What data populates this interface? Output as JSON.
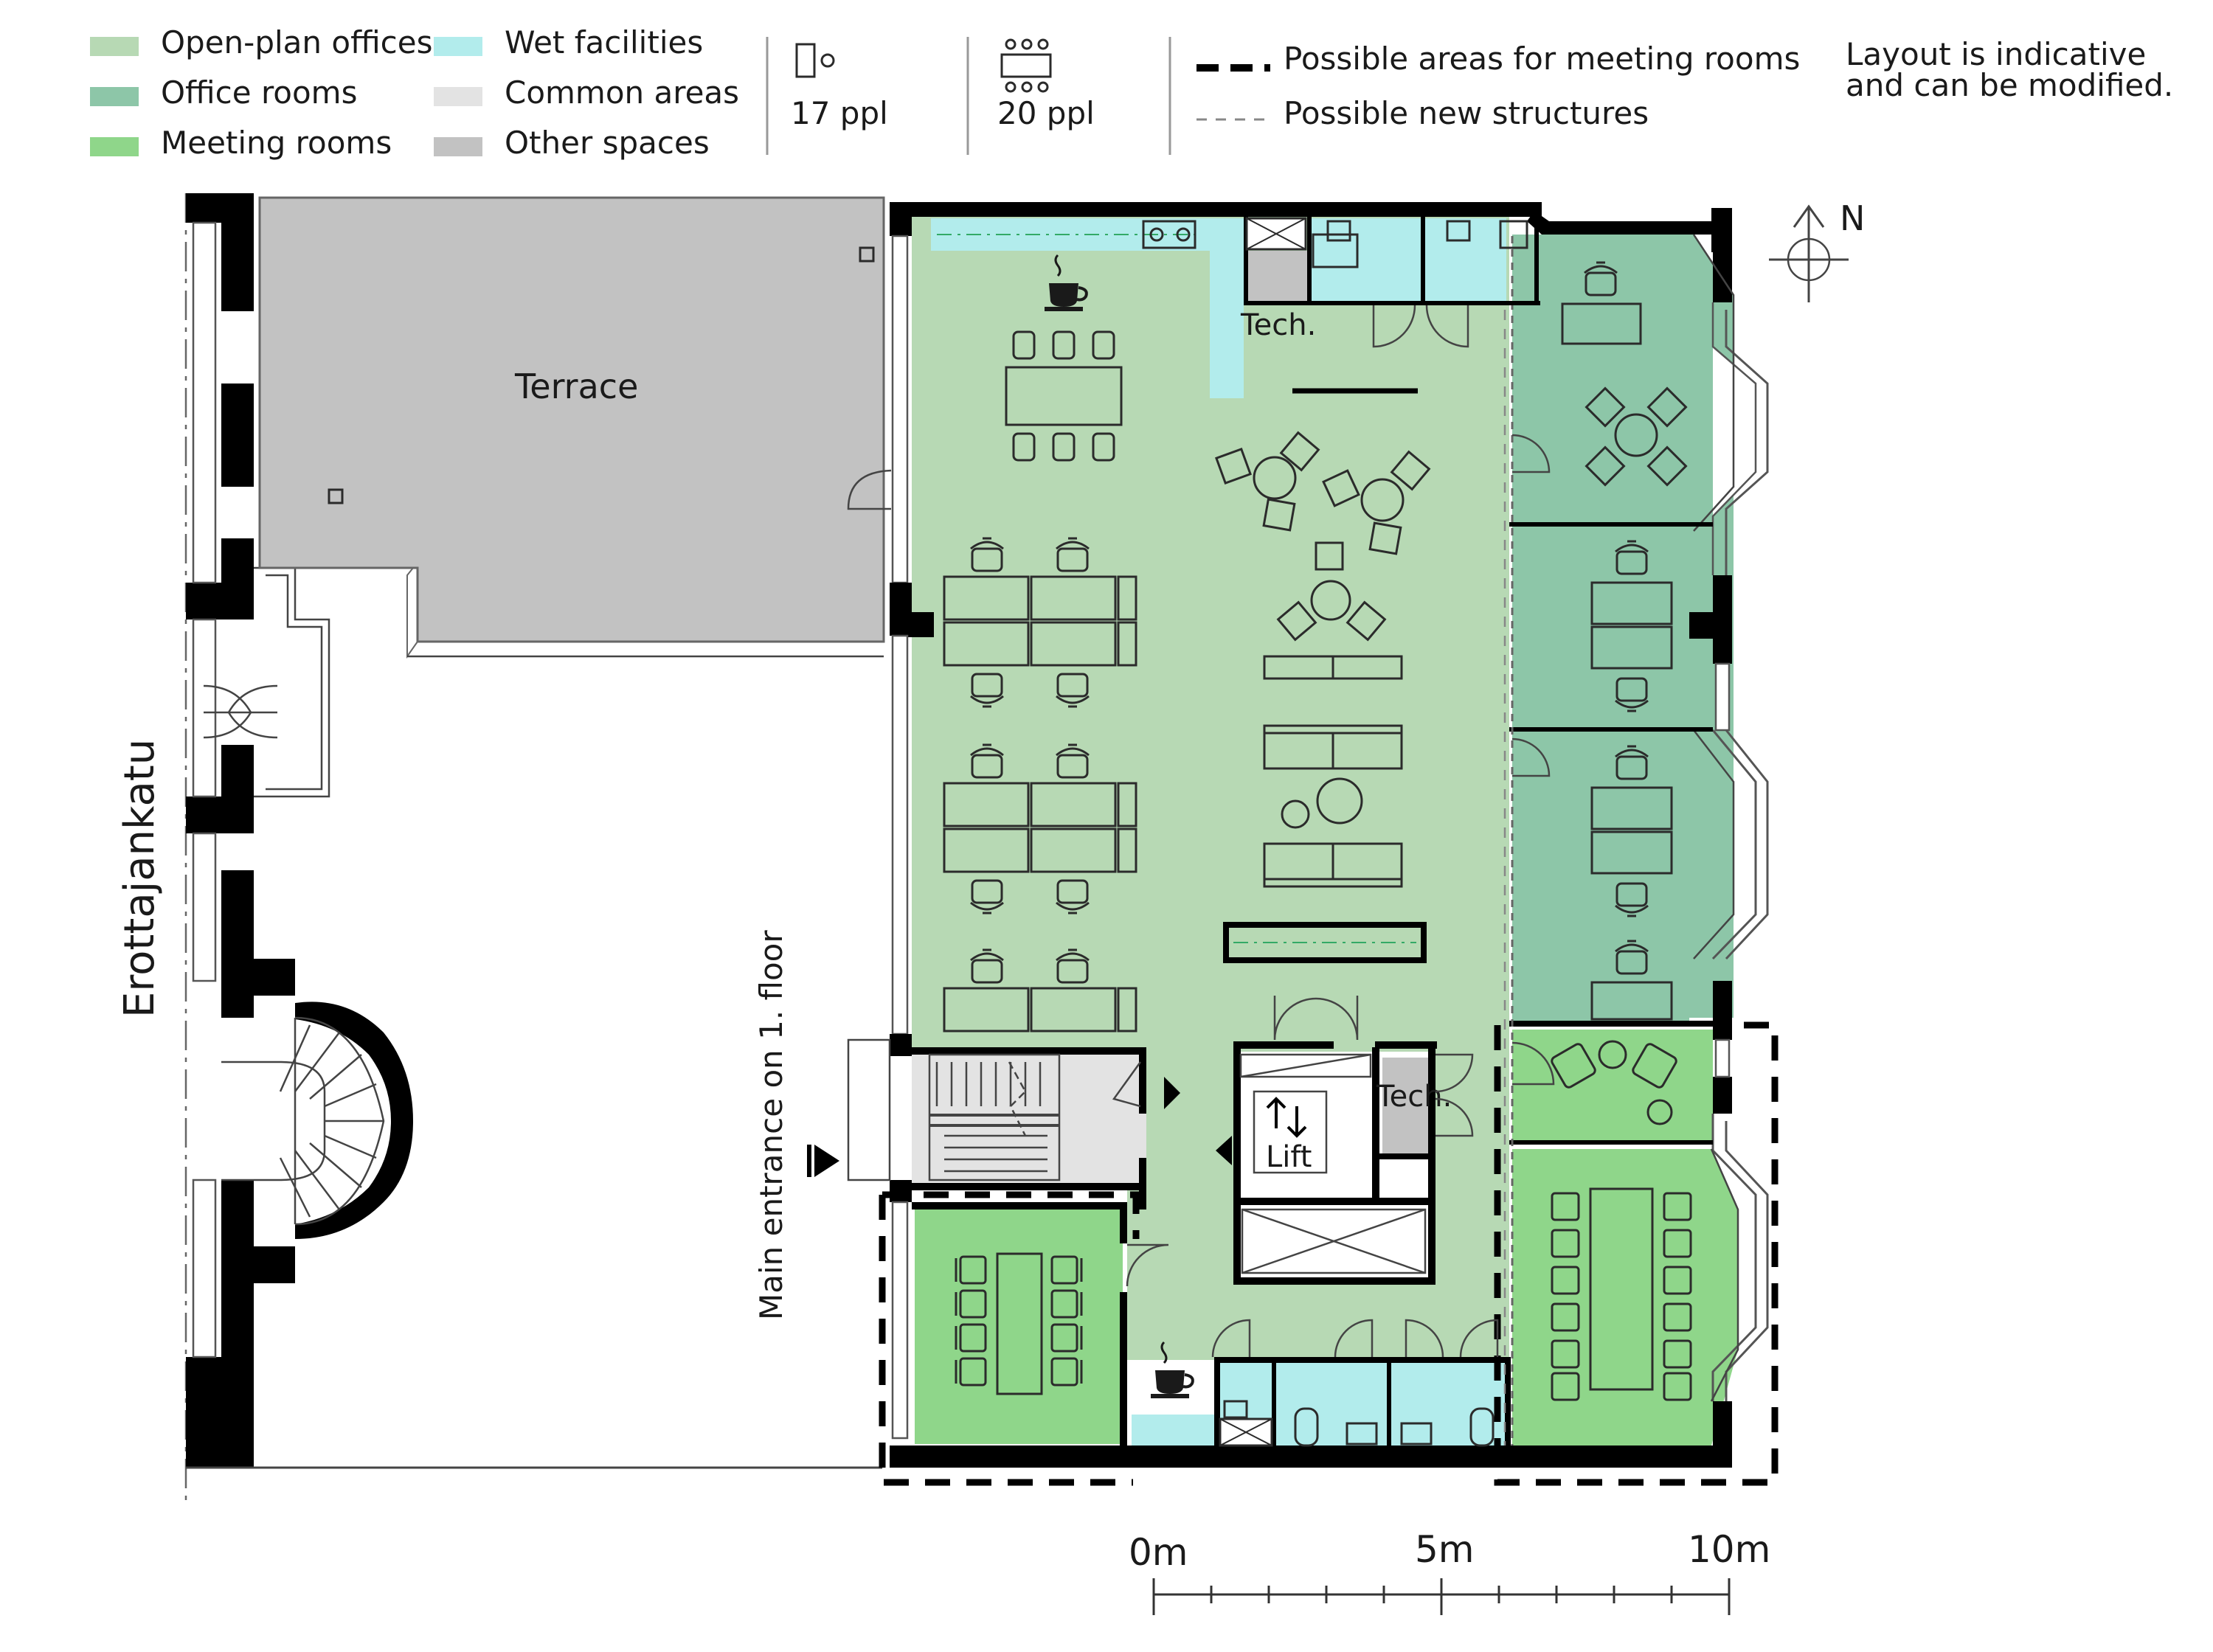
{
  "legend": {
    "items": [
      {
        "key": "open_plan",
        "label": "Open-plan offices",
        "color": "#b7d9b4"
      },
      {
        "key": "office_rooms",
        "label": "Office rooms",
        "color": "#8dc6a8"
      },
      {
        "key": "meeting_rooms",
        "label": "Meeting rooms",
        "color": "#8fd68a"
      },
      {
        "key": "wet",
        "label": "Wet facilities",
        "color": "#b2ecec"
      },
      {
        "key": "common",
        "label": "Common areas",
        "color": "#e3e3e3"
      },
      {
        "key": "other",
        "label": "Other spaces",
        "color": "#c2c2c2"
      }
    ],
    "capacity": [
      {
        "icon": "desk-icon",
        "label": "17 ppl"
      },
      {
        "icon": "table-icon",
        "label": "20 ppl"
      }
    ],
    "lines": [
      {
        "icon": "thick-dash-icon",
        "label": "Possible areas for meeting rooms"
      },
      {
        "icon": "thin-dash-icon",
        "label": "Possible new structures"
      }
    ],
    "note": [
      "Layout is indicative",
      "and can be modified."
    ]
  },
  "compass": {
    "label": "N"
  },
  "street": "Erottajankatu",
  "entrance": "Main entrance on 1. floor",
  "rooms": {
    "terrace": "Terrace",
    "tech_top": "Tech.",
    "tech_mid": "Tech.",
    "lift": "Lift"
  },
  "scale": {
    "ticks": [
      "0m",
      "5m",
      "10m"
    ]
  }
}
